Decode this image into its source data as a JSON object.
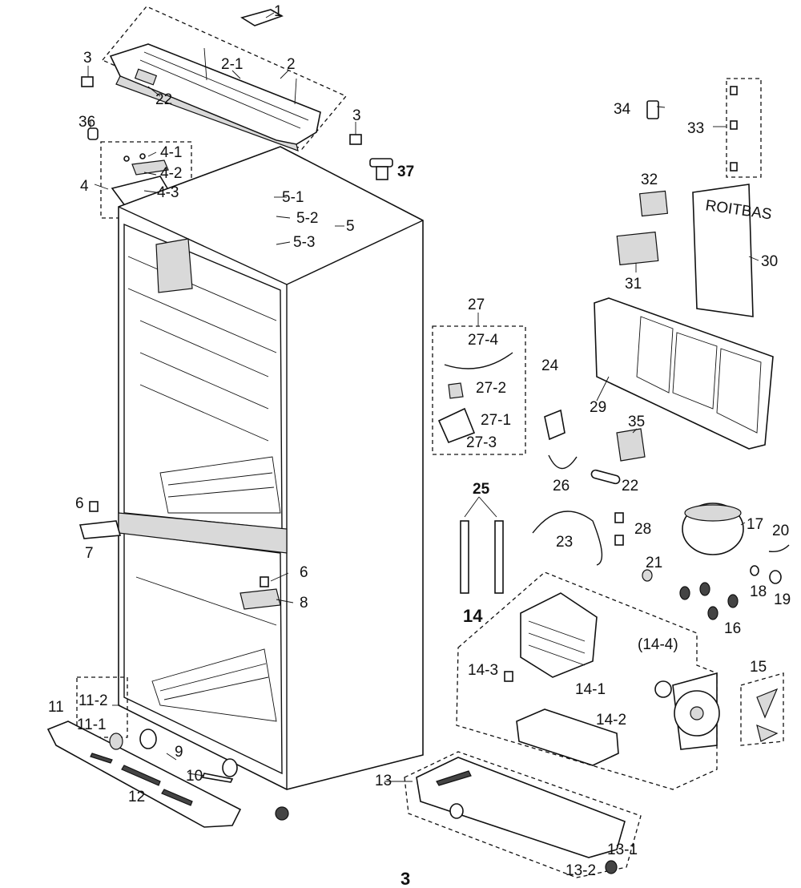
{
  "page_number": "3",
  "callouts": [
    {
      "id": "p1",
      "label": "1"
    },
    {
      "id": "p2",
      "label": "2"
    },
    {
      "id": "p2_1",
      "label": "2-1"
    },
    {
      "id": "p22a",
      "label": "22"
    },
    {
      "id": "p3a",
      "label": "3"
    },
    {
      "id": "p3b",
      "label": "3"
    },
    {
      "id": "p36",
      "label": "36"
    },
    {
      "id": "p37",
      "label": "37"
    },
    {
      "id": "p4",
      "label": "4"
    },
    {
      "id": "p4_1",
      "label": "4-1"
    },
    {
      "id": "p4_2",
      "label": "4-2"
    },
    {
      "id": "p4_3",
      "label": "4-3"
    },
    {
      "id": "p5",
      "label": "5"
    },
    {
      "id": "p5_1",
      "label": "5-1"
    },
    {
      "id": "p5_2",
      "label": "5-2"
    },
    {
      "id": "p5_3",
      "label": "5-3"
    },
    {
      "id": "p6a",
      "label": "6"
    },
    {
      "id": "p6b",
      "label": "6"
    },
    {
      "id": "p7",
      "label": "7"
    },
    {
      "id": "p8",
      "label": "8"
    },
    {
      "id": "p9",
      "label": "9"
    },
    {
      "id": "p10",
      "label": "10"
    },
    {
      "id": "p11",
      "label": "11"
    },
    {
      "id": "p11_1",
      "label": "11-1"
    },
    {
      "id": "p11_2",
      "label": "11-2"
    },
    {
      "id": "p12",
      "label": "12"
    },
    {
      "id": "p13",
      "label": "13"
    },
    {
      "id": "p13_1",
      "label": "13-1"
    },
    {
      "id": "p13_2",
      "label": "13-2"
    },
    {
      "id": "p14",
      "label": "14"
    },
    {
      "id": "p14_1",
      "label": "14-1"
    },
    {
      "id": "p14_2",
      "label": "14-2"
    },
    {
      "id": "p14_3",
      "label": "14-3"
    },
    {
      "id": "p14_4",
      "label": "(14-4)"
    },
    {
      "id": "p15",
      "label": "15"
    },
    {
      "id": "p16",
      "label": "16"
    },
    {
      "id": "p17",
      "label": "17"
    },
    {
      "id": "p18",
      "label": "18"
    },
    {
      "id": "p19",
      "label": "19"
    },
    {
      "id": "p20",
      "label": "20"
    },
    {
      "id": "p21",
      "label": "21"
    },
    {
      "id": "p22b",
      "label": "22"
    },
    {
      "id": "p23",
      "label": "23"
    },
    {
      "id": "p24",
      "label": "24"
    },
    {
      "id": "p25",
      "label": "25"
    },
    {
      "id": "p26",
      "label": "26"
    },
    {
      "id": "p27",
      "label": "27"
    },
    {
      "id": "p27_1",
      "label": "27-1"
    },
    {
      "id": "p27_2",
      "label": "27-2"
    },
    {
      "id": "p27_3",
      "label": "27-3"
    },
    {
      "id": "p27_4",
      "label": "27-4"
    },
    {
      "id": "p28",
      "label": "28"
    },
    {
      "id": "p29",
      "label": "29"
    },
    {
      "id": "p30",
      "label": "30"
    },
    {
      "id": "p31",
      "label": "31"
    },
    {
      "id": "p32",
      "label": "32"
    },
    {
      "id": "p33",
      "label": "33"
    },
    {
      "id": "p34",
      "label": "34"
    },
    {
      "id": "p35",
      "label": "35"
    }
  ],
  "label_plate_text": "ROITBAS"
}
